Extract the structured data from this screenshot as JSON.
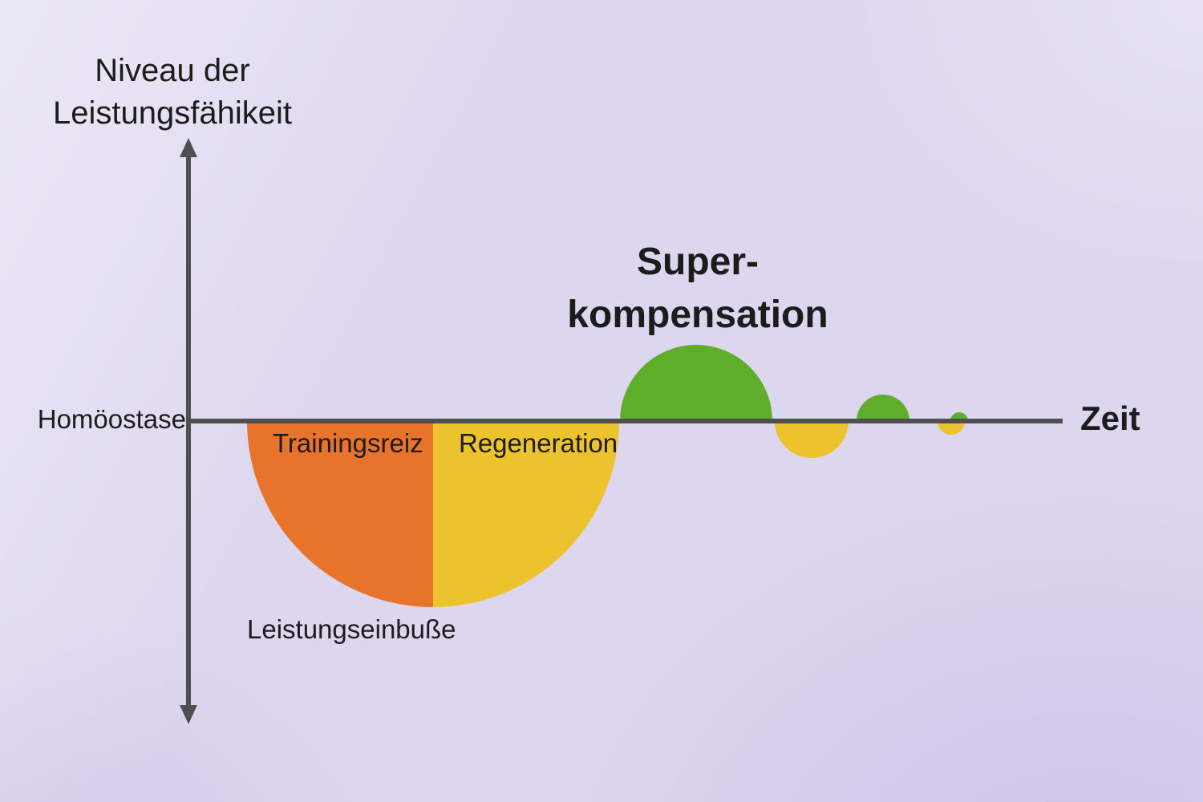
{
  "diagram": {
    "y_axis_label_line1": "Niveau der",
    "y_axis_label_line2": "Leistungsfähikeit",
    "x_axis_label": "Zeit",
    "baseline_label": "Homöostase",
    "dip_left_label": "Trainingsreiz",
    "dip_right_label": "Regeneration",
    "dip_bottom_label": "Leistungseinbuße",
    "peak_label_line1": "Super-",
    "peak_label_line2": "kompensation"
  },
  "colors": {
    "background": "#dcd6ef",
    "axis": "#4f4f4f",
    "training_orange": "#e8732b",
    "regeneration_yellow": "#ecc32d",
    "supercompensation_green": "#5fae2b",
    "text": "#1c1c1c"
  },
  "curve_phases": [
    {
      "phase": "dip-below-baseline",
      "segments": [
        "Trainingsreiz (orange)",
        "Regeneration (yellow)"
      ],
      "relative_amplitude": 1.0
    },
    {
      "phase": "bump-above-baseline",
      "segment": "Superkompensation (green)",
      "relative_amplitude": 0.41
    },
    {
      "phase": "dip-below-baseline",
      "segment": "yellow",
      "relative_amplitude": 0.2
    },
    {
      "phase": "bump-above-baseline",
      "segment": "green",
      "relative_amplitude": 0.14
    },
    {
      "phase": "dip-below-baseline",
      "segment": "yellow",
      "relative_amplitude": 0.07
    },
    {
      "phase": "bump-above-baseline",
      "segment": "green",
      "relative_amplitude": 0.05
    }
  ]
}
